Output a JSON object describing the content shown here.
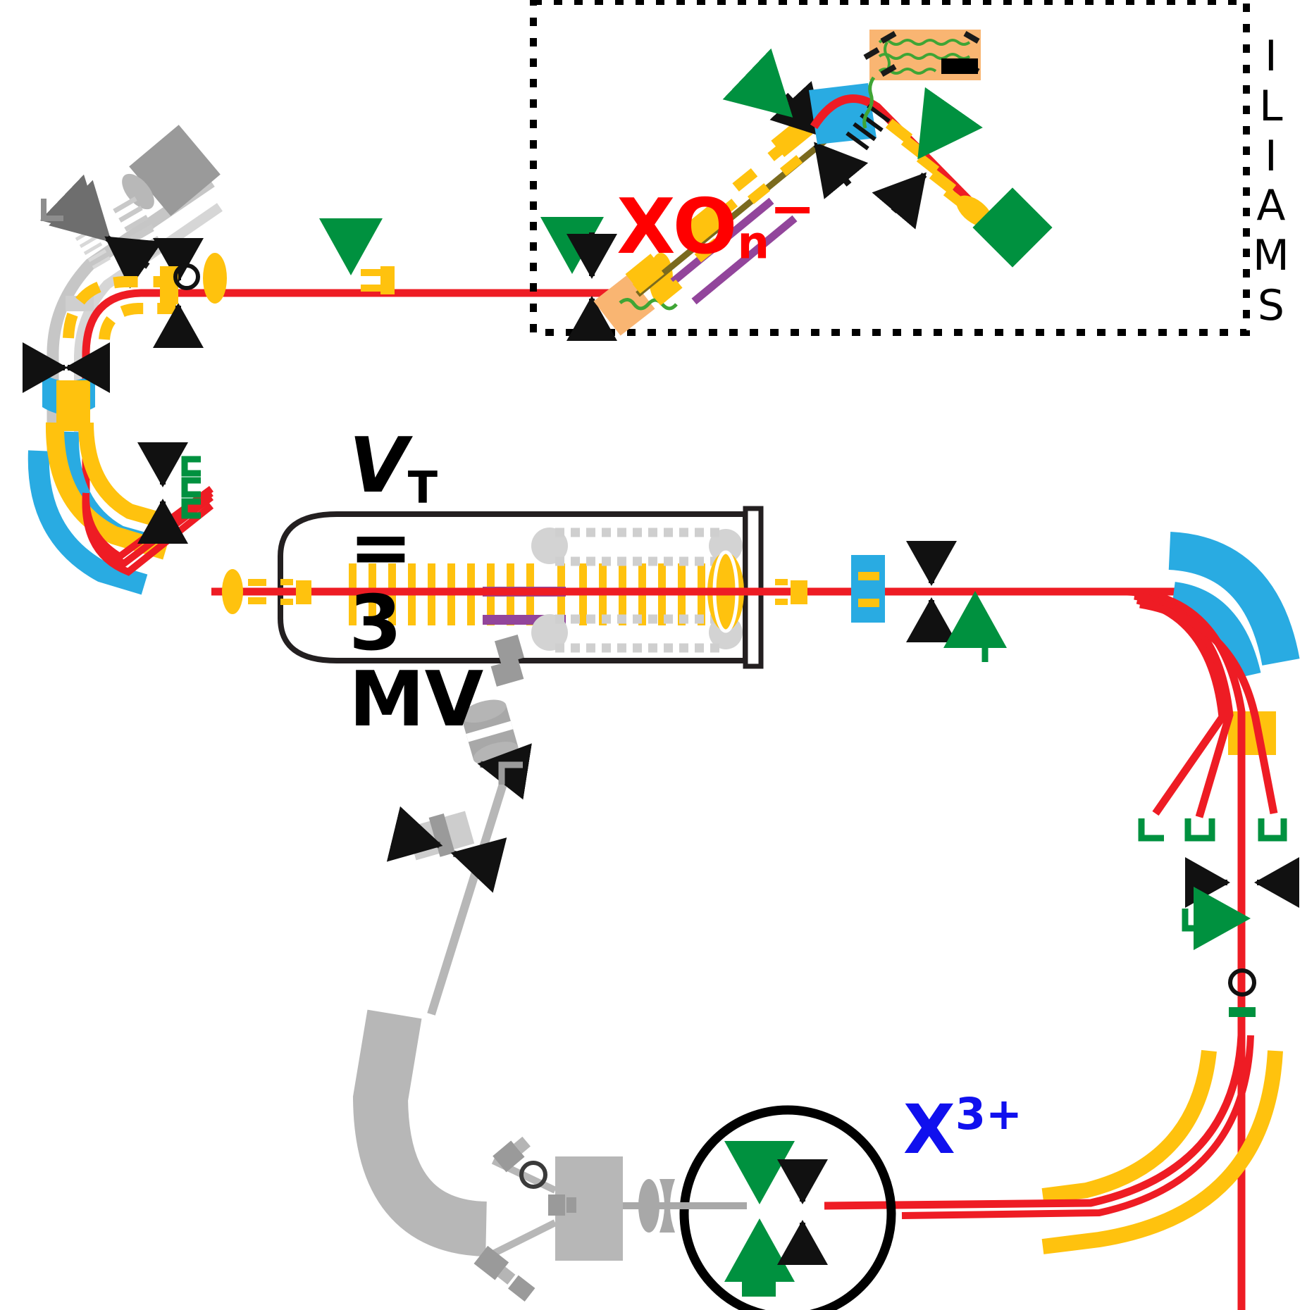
{
  "figure": {
    "kind": "accelerator-mass-spectrometry-beamline-schematic",
    "background_color": "#ffffff"
  },
  "labels": {
    "negative_ion": {
      "base": "XO",
      "subscript": "n",
      "superscript": "−",
      "color": "#ff0000"
    },
    "positive_ion": {
      "base": "X",
      "superscript": "3+",
      "color": "#1010ee"
    },
    "terminal_voltage": {
      "symbol": "V",
      "subscript": "T",
      "equals": "=",
      "value": "3",
      "unit": "MV",
      "color": "#000000"
    },
    "inset_name": {
      "text": "ILIAMS",
      "letters": [
        "I",
        "L",
        "I",
        "A",
        "M",
        "S"
      ],
      "color": "#000000"
    }
  },
  "palette": {
    "beam_red": "#ee1c24",
    "magnet_blue": "#29abe2",
    "electrostatic_yellow": "#ffc20e",
    "detector_green": "#00913f",
    "laser_green": "#3fa535",
    "gas_cell_orange": "#f9b572",
    "inactive_gray": "#b3b3b3",
    "outline_black": "#000000",
    "purple_column": "#92459b",
    "faraday_cup_green": "#00913f"
  },
  "components": [
    {
      "id": "hv-ion-source",
      "name": "sputter-ion-source",
      "state": "inactive",
      "color": "#b3b3b3"
    },
    {
      "id": "injection-magnet",
      "name": "injection-bending-magnet",
      "color": "#ffc20e"
    },
    {
      "id": "einzel-lens-1",
      "name": "einzel-lens",
      "color": "#ffc20e"
    },
    {
      "id": "xy-steerer-1",
      "name": "electrostatic-steerer",
      "color": "#ffc20e"
    },
    {
      "id": "iliams-cooler",
      "name": "rf-quadrupole-ion-cooler",
      "color": "#ffc20e"
    },
    {
      "id": "laser-system",
      "name": "laser-photodetachment-table",
      "color": "#f9b572"
    },
    {
      "id": "iliams-magnet",
      "name": "iliams-deflection-magnet",
      "color": "#29abe2"
    },
    {
      "id": "iliams-source",
      "name": "iliams-ion-source",
      "color": "#00913f"
    },
    {
      "id": "tandem-tank",
      "name": "tandem-accelerator-tank",
      "color": "#000000"
    },
    {
      "id": "stripper",
      "name": "stripper-canal",
      "color": "#92459b"
    },
    {
      "id": "analyzing-magnet",
      "name": "high-energy-analyzing-magnet",
      "color": "#29abe2"
    },
    {
      "id": "esa-90",
      "name": "electrostatic-analyzer-90deg",
      "color": "#ffc20e"
    },
    {
      "id": "faraday-cups",
      "name": "faraday-cup-array",
      "color": "#00913f"
    },
    {
      "id": "gas-detector",
      "name": "gas-ionization-detector",
      "color": "#b3b3b3"
    },
    {
      "id": "slits",
      "name": "beam-defining-slits",
      "color": "#000000"
    }
  ],
  "annotations": {
    "beam_lines": "red",
    "inset_border": "dotted-black-rectangle",
    "zoom_circle": "black-outline-circle"
  }
}
